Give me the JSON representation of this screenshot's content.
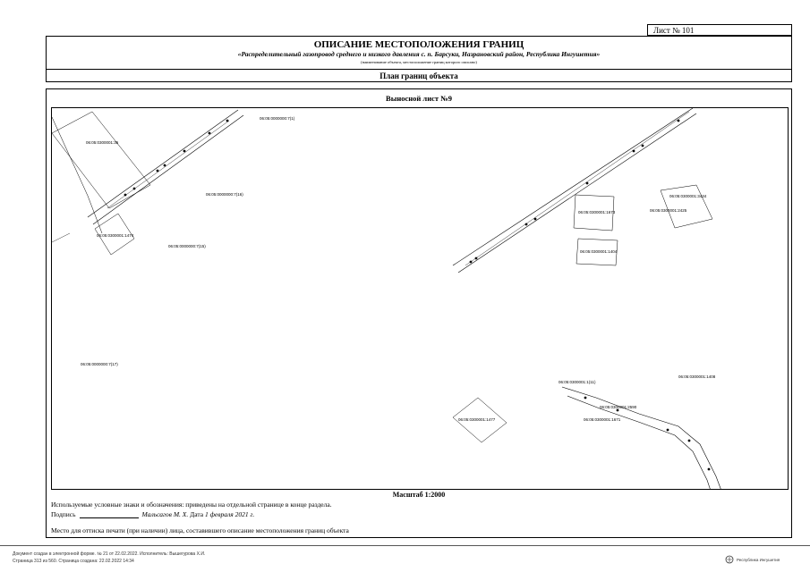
{
  "sheet_label": "Лист № 101",
  "header": {
    "title": "ОПИСАНИЕ МЕСТОПОЛОЖЕНИЯ ГРАНИЦ",
    "subtitle": "«Распределительный газопровод среднего и низкого давления с. п. Барсуки, Назрановский район, Республика Ингушетия»",
    "subnote": "(наименование объекта, местоположение границ которого описано)"
  },
  "section_title": "План границ объекта",
  "map": {
    "sheet_title": "Выносной лист №9",
    "parcel_labels": [
      "06:05:0000000:7(1)",
      "06:05:0300001:36",
      "06:05:0000000:7(16)",
      "06:05:0300001:1474",
      "06:05:0000000:7(15)",
      "06:05:0000000:7(17)",
      "06:05:0300001:1673",
      "06:05:0300001:1404",
      "06:05:0300001:3434",
      "06:05:0300001:2425",
      "06:05:0300001:1408",
      "06:05:0300001:1(11)",
      "06:05:0300001:2590",
      "06:05:0300001:1671",
      "06:05:0300001:1477"
    ]
  },
  "scale_label": "Масштаб 1:2000",
  "legend_text": "Используемые условные знаки и обозначения: приведены на отдельной странице в конце раздела.",
  "signature": {
    "label": "Подпись",
    "name": "Мальсагов М. Х.",
    "date_label": "Дата",
    "date": "1 февраля 2021 г."
  },
  "stamp_text": "Место для оттиска печати (при наличии) лица, составившего описание местоположения границ объекта",
  "footer": {
    "line1": "Документ создан в электронной форме. № 21 от 22.02.2022. Исполнитель: Вышегурова Х.И.",
    "line2": "Страница 313 из 560. Страница создана: 22.02.2022 14:34",
    "brand": "Республика Ингушетия"
  }
}
